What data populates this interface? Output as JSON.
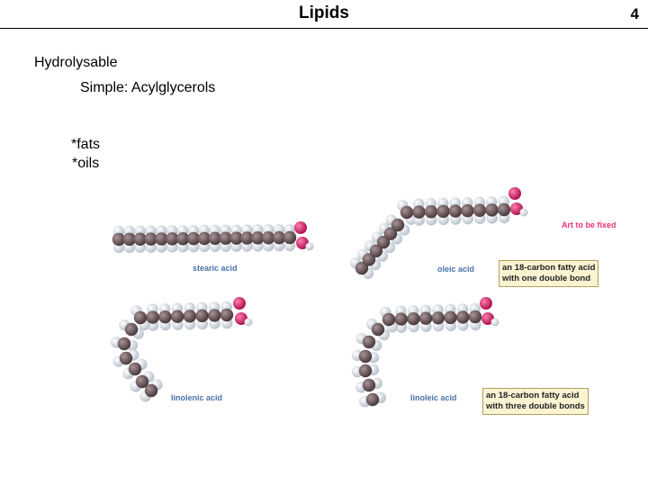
{
  "slide": {
    "title": "Lipids",
    "page_number": "4"
  },
  "outline": {
    "level1": "Hydrolysable",
    "level2": "Simple: Acylglycerols",
    "items": [
      "*fats",
      "*oils"
    ]
  },
  "figure": {
    "molecules": [
      {
        "id": "stearic",
        "label": "stearic acid"
      },
      {
        "id": "oleic",
        "label": "oleic acid"
      },
      {
        "id": "linolenic",
        "label": "linolenic acid"
      },
      {
        "id": "linoleic",
        "label": "linoleic acid"
      }
    ],
    "note": "Art to be fixed",
    "callouts": [
      {
        "line1": "an 18-carbon fatty acid",
        "line2": "with one double bond"
      },
      {
        "line1": "an 18-carbon fatty acid",
        "line2": "with three double bonds"
      }
    ],
    "colors": {
      "carbon": "#6e5a5e",
      "hydrogen": "#eef1f4",
      "oxygen": "#d8196a",
      "label": "#4a72a8"
    }
  }
}
